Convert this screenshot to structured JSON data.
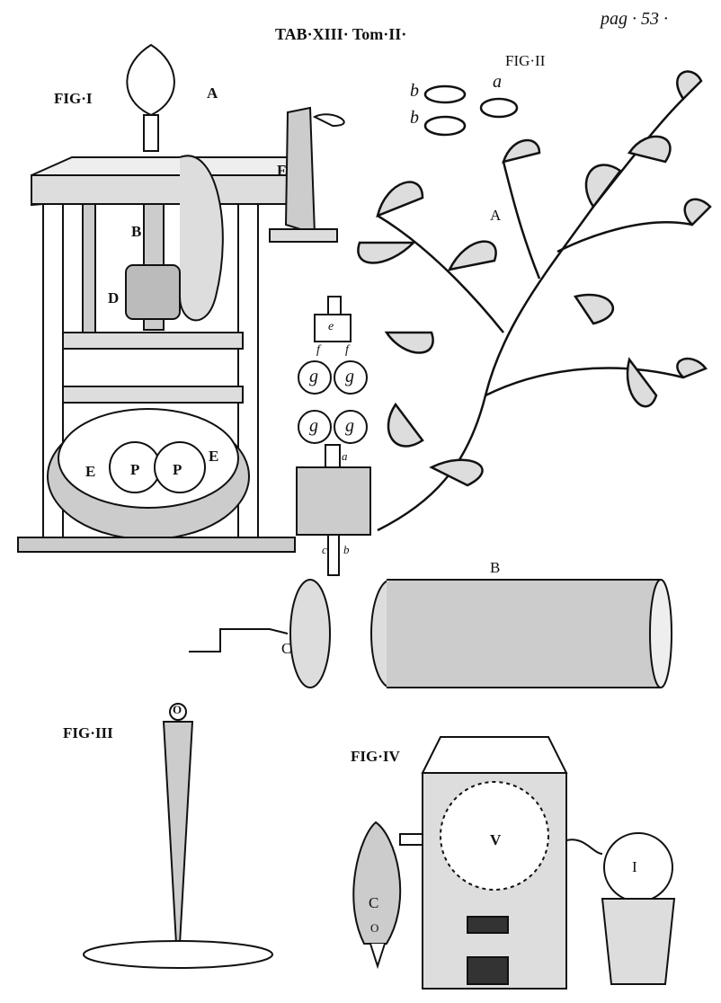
{
  "header": {
    "plate_title": "TAB·XIII· Tom·II·",
    "page": "pag · 53 ·"
  },
  "fig1": {
    "title": "FIG·I",
    "labels": {
      "A": "A",
      "B": "B",
      "D": "D",
      "E1": "E",
      "E2": "E",
      "P1": "P",
      "P2": "P",
      "F": "F"
    }
  },
  "fig2": {
    "title": "FIG·II",
    "labels": {
      "a": "a",
      "b1": "b",
      "b2": "b",
      "A": "A"
    }
  },
  "mechanism": {
    "labels": {
      "e": "e",
      "f1": "f",
      "f2": "f",
      "g1": "g",
      "g2": "g",
      "g3": "g",
      "g4": "g",
      "a": "a",
      "c": "c",
      "b": "b",
      "B": "B",
      "C": "C"
    }
  },
  "fig3": {
    "title": "FIG·III",
    "labels": {
      "O": "O"
    }
  },
  "fig4": {
    "title": "FIG·IV",
    "labels": {
      "V": "V",
      "I": "I",
      "C": "C",
      "O": "O"
    }
  }
}
